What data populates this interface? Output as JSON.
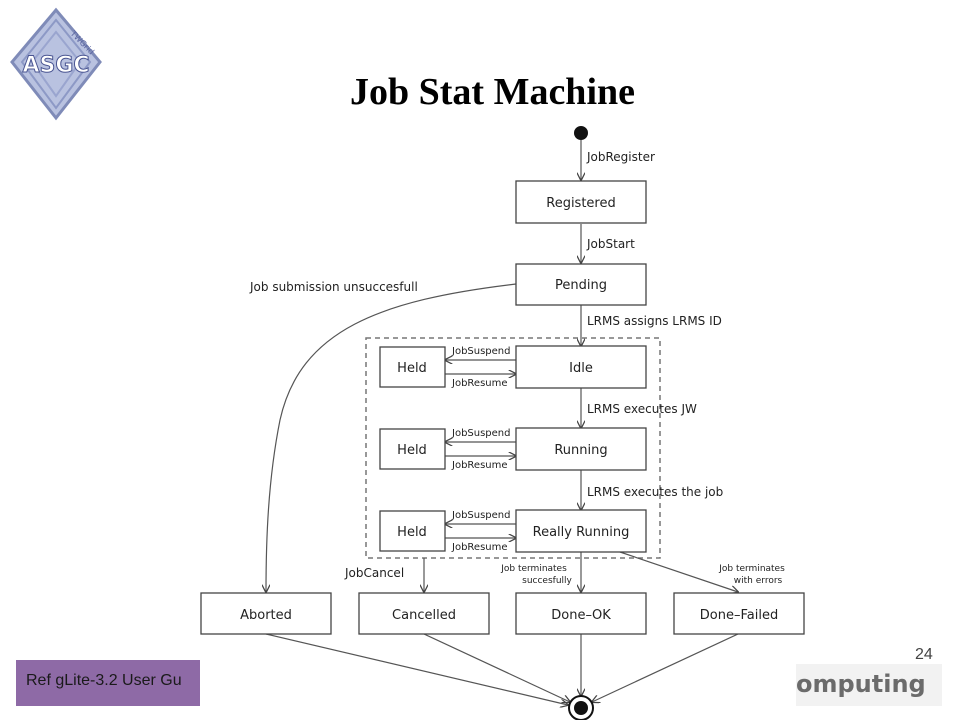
{
  "slide": {
    "title": "Job Stat Machine",
    "page_number": "24",
    "reference": "Ref gLite-3.2 User Gu",
    "brand": "omputing",
    "logo": {
      "text": "ASGC",
      "subtext": "TWGrid"
    }
  },
  "diagram": {
    "states": {
      "registered": "Registered",
      "pending": "Pending",
      "idle": "Idle",
      "running": "Running",
      "really_running": "Really Running",
      "held_1": "Held",
      "held_2": "Held",
      "held_3": "Held",
      "aborted": "Aborted",
      "cancelled": "Cancelled",
      "done_ok": "Done–OK",
      "done_failed": "Done–Failed"
    },
    "transitions": {
      "job_register": "JobRegister",
      "job_start": "JobStart",
      "job_submission_unsuccessful": "Job submission unsuccesfull",
      "lrms_assigns_id": "LRMS assigns LRMS ID",
      "lrms_executes_jw": "LRMS executes JW",
      "lrms_executes_job": "LRMS executes the job",
      "job_suspend_1": "JobSuspend",
      "job_resume_1": "JobResume",
      "job_suspend_2": "JobSuspend",
      "job_resume_2": "JobResume",
      "job_suspend_3": "JobSuspend",
      "job_resume_3": "JobResume",
      "job_cancel": "JobCancel",
      "terminates_success_1": "Job terminates",
      "terminates_success_2": "succesfully",
      "terminates_errors_1": "Job terminates",
      "terminates_errors_2": "with errors"
    }
  }
}
